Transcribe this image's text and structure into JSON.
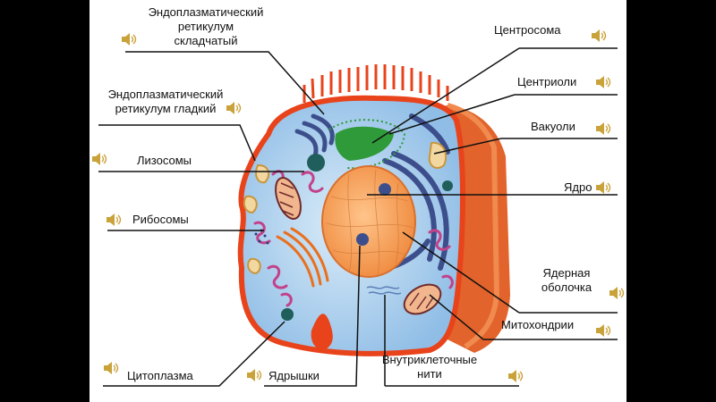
{
  "labels": {
    "er_rough": "Эндоплазматический\nретикулум\nскладчатый",
    "er_smooth": "Эндоплазматический\nретикулум гладкий",
    "lysosomes": "Лизосомы",
    "ribosomes": "Рибосомы",
    "cytoplasm": "Цитоплазма",
    "nucleoli": "Ядрышки",
    "filaments": "Внутриклеточные\nнити",
    "centrosome": "Центросома",
    "centrioles": "Центриоли",
    "vacuoles": "Вакуоли",
    "nucleus": "Ядро",
    "nuclear_envelope": "Ядерная\nоболочка",
    "mitochondria": "Митохондрии"
  },
  "icons": {
    "audio": "speaker-icon"
  },
  "colors": {
    "cytoplasm": "#b9d7ef",
    "membrane": "#e8431b",
    "nucleus": "#f6a05a",
    "er_rough": "#3c4f8c",
    "er_smooth": "#c2418a",
    "centrosome": "#2f9a3a",
    "speaker": "#c9a23a"
  }
}
